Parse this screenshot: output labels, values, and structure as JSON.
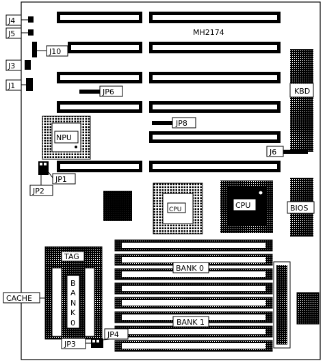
{
  "board": {
    "model": "MH2174",
    "labels": {
      "j4": "J4",
      "j5": "J5",
      "j10": "J10",
      "j3": "J3",
      "j1": "J1",
      "jp6": "JP6",
      "jp8": "JP8",
      "npu": "NPU",
      "kbd": "KBD",
      "j6": "J6",
      "jp1": "JP1",
      "jp2": "JP2",
      "cpu_small": "CPU",
      "cpu_large": "CPU",
      "bios": "BIOS",
      "tag": "TAG",
      "bank0": "BANK 0",
      "bank1": "BANK 1",
      "cache": "CACHE",
      "bank0_vertical": [
        "B",
        "A",
        "N",
        "K",
        "0"
      ],
      "jp3": "JP3",
      "jp4": "JP4"
    }
  },
  "colors": {
    "ink": "#000000",
    "paper": "#ffffff"
  }
}
